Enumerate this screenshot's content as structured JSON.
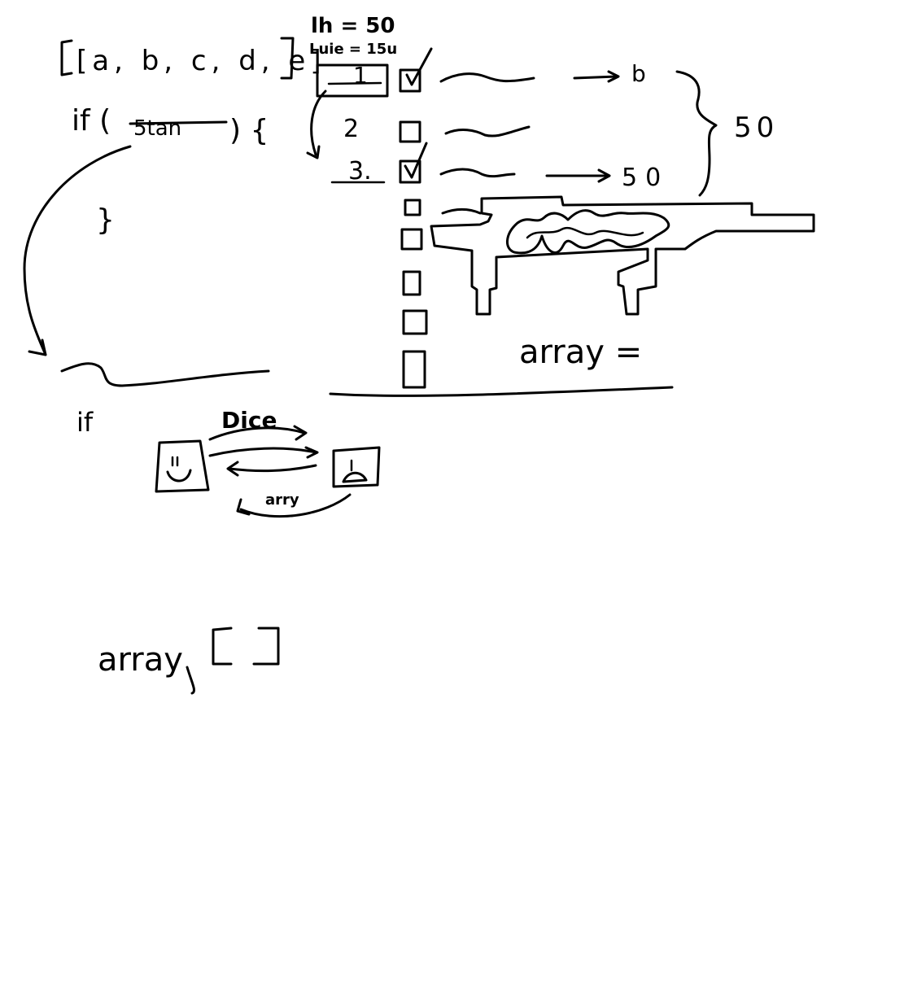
{
  "canvas": {
    "background": "#ffffff",
    "ink_color": "#000000"
  },
  "top_notes": {
    "line1": "lh = 50",
    "line2": "Luie = 15u"
  },
  "array_literal": "[a, b, c, d, e]",
  "if_statement": "if (",
  "if_condition_struck": "5tan",
  "if_close": ") {",
  "if_block_end": "}",
  "second_if": "if",
  "checklist": {
    "numbers": [
      "1",
      "2",
      "3."
    ],
    "checked_rows": [
      0,
      2
    ],
    "result_first": "b",
    "result_third": "50",
    "brace_label": "50"
  },
  "array_assign_label": "array =",
  "dice_label": "Dice",
  "return_arrow_label": "arry",
  "bottom_array": {
    "label": "array"
  },
  "icons": {
    "happy_face": "smiley-face-icon",
    "sad_face": "sad-face-icon",
    "gun": "gun-drawing-icon"
  }
}
